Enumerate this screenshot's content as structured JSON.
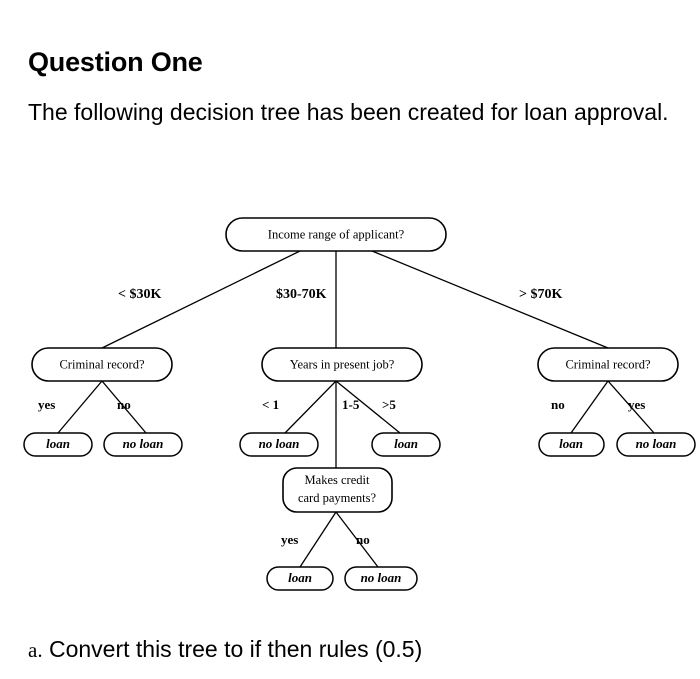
{
  "slide": {
    "title": "Question One",
    "intro": "The following decision tree has been created for loan approval.",
    "question_marker": "a.",
    "question_text": "Convert this tree to if then rules (0.5)"
  },
  "colors": {
    "background": "#ffffff",
    "text": "#000000",
    "stroke": "#000000"
  },
  "diagram": {
    "type": "decision-tree",
    "nodes": {
      "root": "Income range of applicant?",
      "left_decision": "Criminal record?",
      "middle_decision": "Years in present job?",
      "right_decision": "Criminal record?",
      "credit_decision_line1": "Makes credit",
      "credit_decision_line2": "card payments?"
    },
    "edge_labels": {
      "income_low": "< $30K",
      "income_mid": "$30-70K",
      "income_high": "> $70K",
      "left_yes": "yes",
      "left_no": "no",
      "years_lt1": "< 1",
      "years_1_5": "1-5",
      "years_gt5": ">5",
      "right_no": "no",
      "right_yes": "yes",
      "credit_yes": "yes",
      "credit_no": "no"
    },
    "leaves": {
      "left_loan": "loan",
      "left_no_loan": "no loan",
      "mid_no_loan": "no loan",
      "mid_loan": "loan",
      "right_loan": "loan",
      "right_no_loan": "no loan",
      "credit_loan": "loan",
      "credit_no_loan": "no loan"
    }
  }
}
